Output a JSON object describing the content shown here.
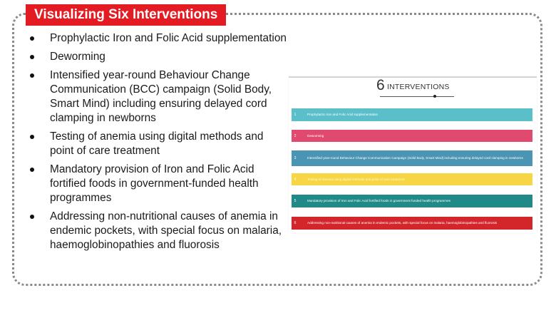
{
  "title": "Visualizing Six Interventions",
  "bullets": [
    "Prophylactic Iron and Folic Acid supplementation",
    "Deworming",
    "Intensified year-round Behaviour Change Communication (BCC) campaign (Solid Body, Smart Mind) including ensuring delayed cord clamping in newborns",
    "Testing of anemia using digital methods and point of care treatment",
    "Mandatory provision of Iron and Folic Acid fortified foods in government-funded health programmes",
    "Addressing non-nutritional causes of anemia in endemic pockets, with special focus on malaria, haemoglobinopathies and fluorosis"
  ],
  "panel": {
    "number": "6",
    "heading": "INTERVENTIONS",
    "items": [
      {
        "num": "1",
        "text": "Prophylactic Iron and Folic Acid supplementation",
        "color": "#5bbfca"
      },
      {
        "num": "2",
        "text": "Deworming",
        "color": "#e04a6e"
      },
      {
        "num": "3",
        "text": "Intensified year-round Behaviour Change Communication Campaign (Solid Body, Smart Mind) including ensuring delayed cord clamping in newborns",
        "color": "#4a95b3"
      },
      {
        "num": "4",
        "text": "Testing of anemia using digital methods and point of care treatment",
        "color": "#f7d645"
      },
      {
        "num": "5",
        "text": "Mandatory provision of Iron and Folic Acid fortified foods in government funded health programmes",
        "color": "#1f8a88"
      },
      {
        "num": "6",
        "text": "Addressing non-nutritional causes of anemia in endemic pockets, with special focus on malaria, haemoglobinopathies and fluorosis",
        "color": "#d3262b"
      }
    ]
  },
  "colors": {
    "accent": "#e31b23",
    "frame": "#8a8a8a"
  }
}
